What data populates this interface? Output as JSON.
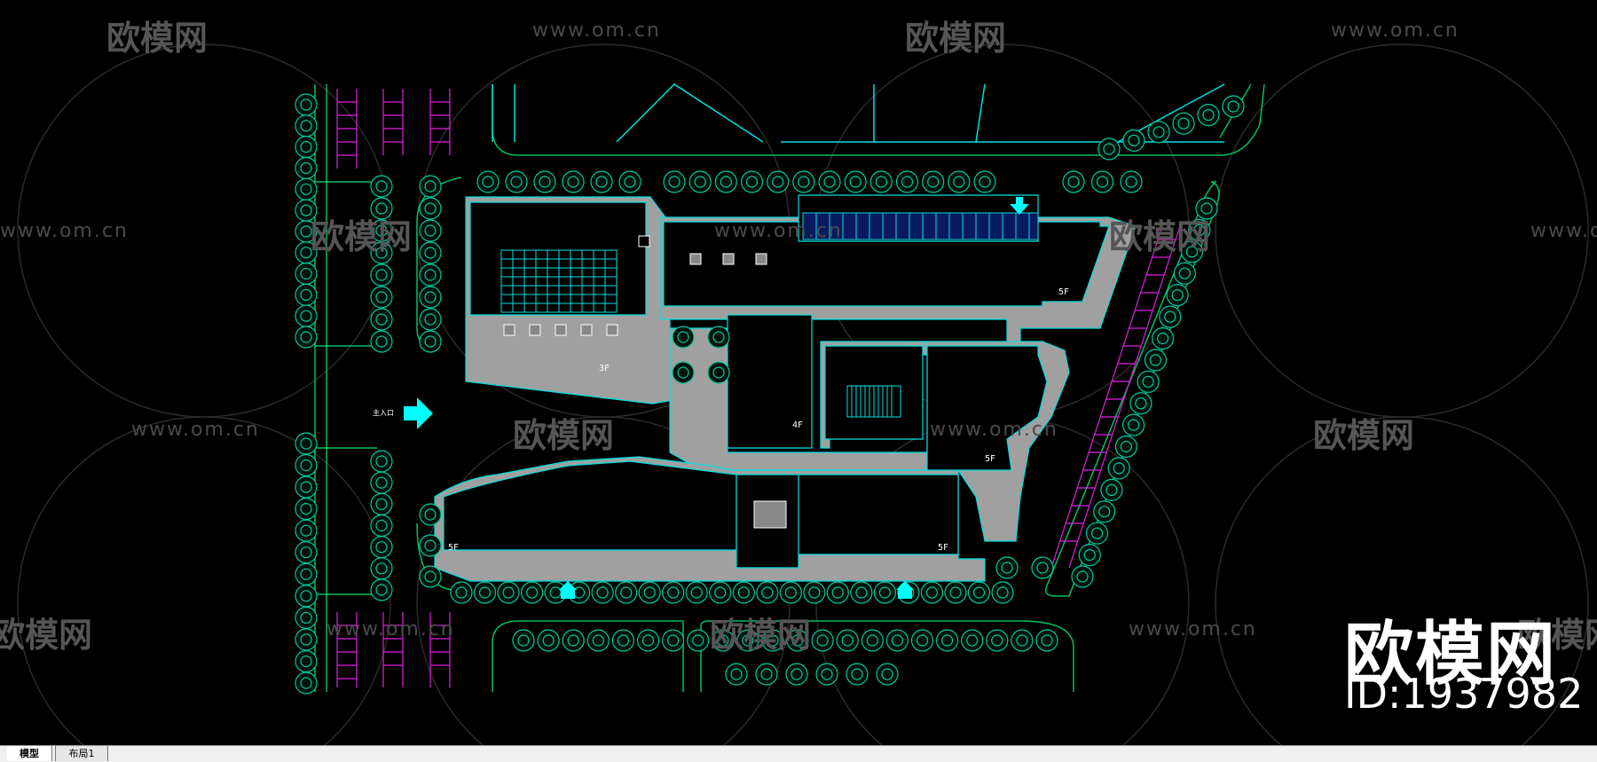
{
  "drawing": {
    "floor_labels": [
      "3F",
      "4F",
      "5F",
      "5F",
      "5F",
      "5F"
    ],
    "entrance_label": "主入口"
  },
  "watermarks": {
    "site_text": "www.om.cn",
    "logo_text": "欧模网"
  },
  "brand": {
    "name": "欧模网",
    "id_text": "ID:1937982"
  },
  "tabs": [
    {
      "label": "模型",
      "active": true
    },
    {
      "label": "布局1",
      "active": false
    }
  ],
  "colors": {
    "background": "#000000",
    "building": "#a0a0a0",
    "outline": "#00e0e0",
    "road": "#00c060",
    "tree": "#00c8a0",
    "parking": "#e020e0",
    "arrow": "#00ffff"
  }
}
